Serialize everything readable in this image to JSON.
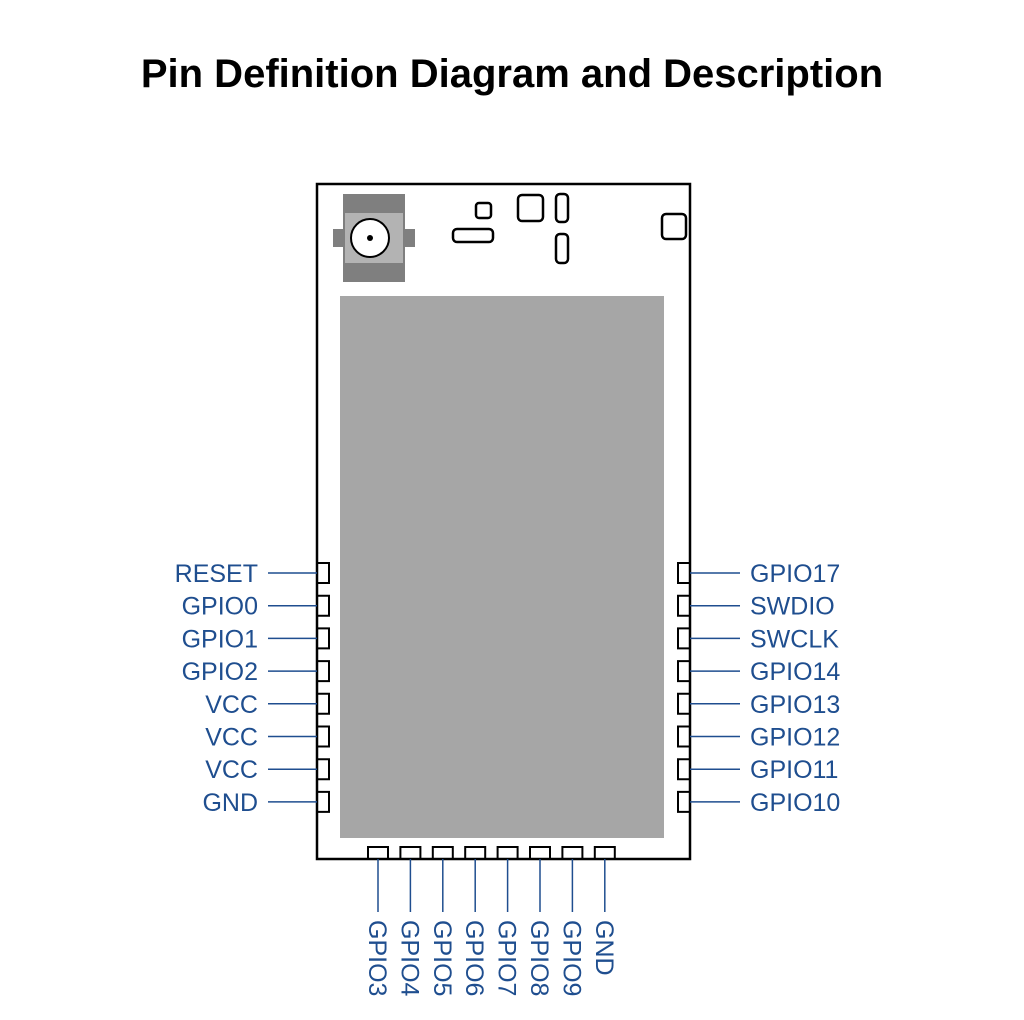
{
  "title": "Pin Definition Diagram and Description",
  "colors": {
    "label": "#1f4e8f",
    "board_outline": "#000000",
    "shield": "#a6a6a6",
    "connector": "#7f7f7f"
  },
  "pins": {
    "left": [
      "RESET",
      "GPIO0",
      "GPIO1",
      "GPIO2",
      "VCC",
      "VCC",
      "VCC",
      "GND"
    ],
    "right": [
      "GPIO17",
      "SWDIO",
      "SWCLK",
      "GPIO14",
      "GPIO13",
      "GPIO12",
      "GPIO11",
      "GPIO10"
    ],
    "bottom": [
      "GPIO3",
      "GPIO4",
      "GPIO5",
      "GPIO6",
      "GPIO7",
      "GPIO8",
      "GPIO9",
      "GND"
    ]
  }
}
